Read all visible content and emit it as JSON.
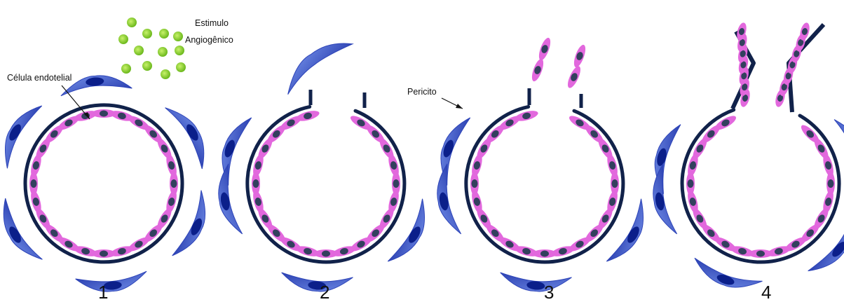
{
  "labels": {
    "estimulo_line1": "Estimulo",
    "estimulo_line2": "Angiogênico",
    "celula": "Célula endotelial",
    "pericito": "Pericito"
  },
  "stages": [
    {
      "number": "1"
    },
    {
      "number": "2"
    },
    {
      "number": "3"
    },
    {
      "number": "4"
    }
  ],
  "colors": {
    "pericyte": "#3a55c4",
    "pericyte_nucleus": "#0b1f8a",
    "endothelial": "#e268dd",
    "endothelial_nucleus": "#33405e",
    "basement_membrane": "#11224a",
    "growth_factor": "#8fd12a"
  }
}
